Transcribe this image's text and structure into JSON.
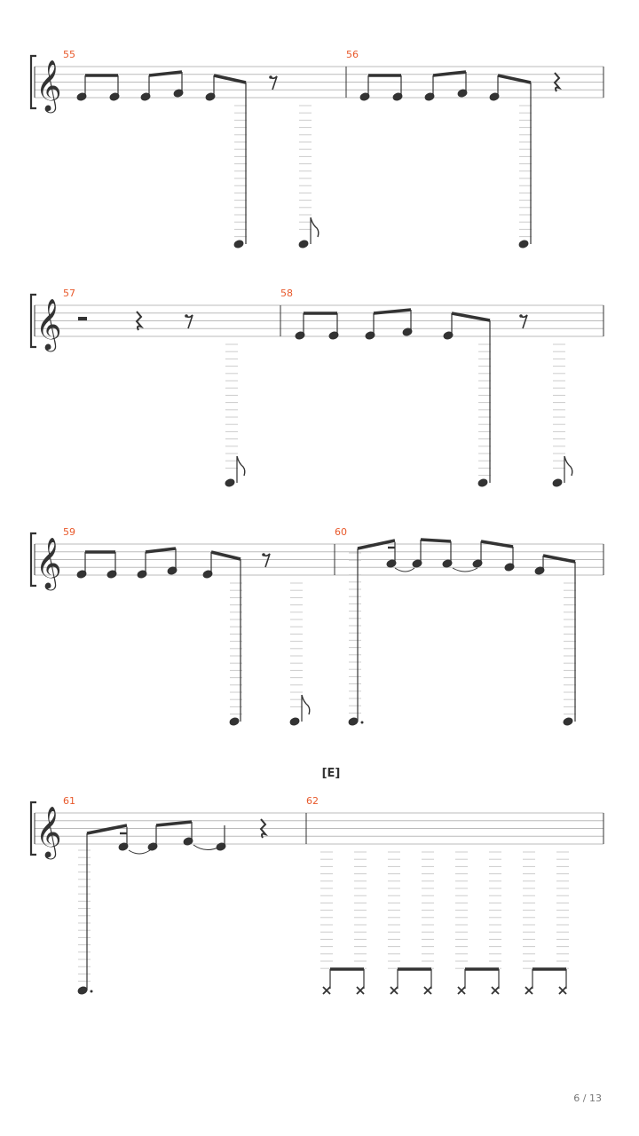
{
  "page": {
    "current": "6",
    "total": "13",
    "label": "6 / 13"
  },
  "section": {
    "marker": "[E]"
  },
  "systems": [
    {
      "measures": [
        "55",
        "56"
      ]
    },
    {
      "measures": [
        "57",
        "58"
      ]
    },
    {
      "measures": [
        "59",
        "60"
      ]
    },
    {
      "measures": [
        "61",
        "62"
      ]
    }
  ],
  "colors": {
    "measure_number": "#e8592b",
    "ink": "#333333",
    "staff_line": "#bbbbbb",
    "tab_line": "#cccccc"
  }
}
